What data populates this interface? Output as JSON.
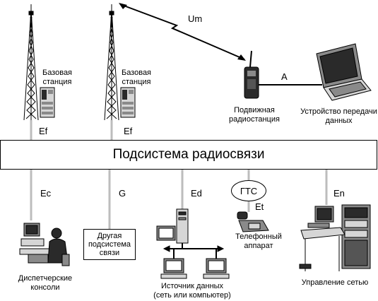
{
  "subsystem": {
    "title": "Подсистема радиосвязи"
  },
  "top": {
    "base_station_1": {
      "line1": "Базовая",
      "line2": "станция",
      "interface": "Ef"
    },
    "base_station_2": {
      "line1": "Базовая",
      "line2": "станция",
      "interface": "Ef"
    },
    "radio_link_label": "Um",
    "mobile_station": {
      "line1": "Подвижная",
      "line2": "радиостанция"
    },
    "data_device": {
      "line1": "Устройство передачи",
      "line2": "данных"
    },
    "link_a_label": "A"
  },
  "bottom": {
    "dispatcher": {
      "interface": "Ec",
      "line1": "Диспетчерские",
      "line2": "консоли"
    },
    "other_subsystem": {
      "interface": "G",
      "line1": "Другая",
      "line2": "подсистема",
      "line3": "связи"
    },
    "data_source": {
      "interface": "Ed",
      "line1": "Источник данных",
      "line2": "(сеть или компьютер)"
    },
    "phone": {
      "network": "ГТС",
      "interface": "Et",
      "line1": "Телефонный",
      "line2": "аппарат"
    },
    "management": {
      "interface": "En",
      "line1": "Управление сетью"
    }
  },
  "colors": {
    "connector": "#bdbdbd",
    "line": "#000000",
    "device_dark": "#2a2a2a",
    "device_mid": "#8a8a8a",
    "device_light": "#d6d6d6"
  }
}
